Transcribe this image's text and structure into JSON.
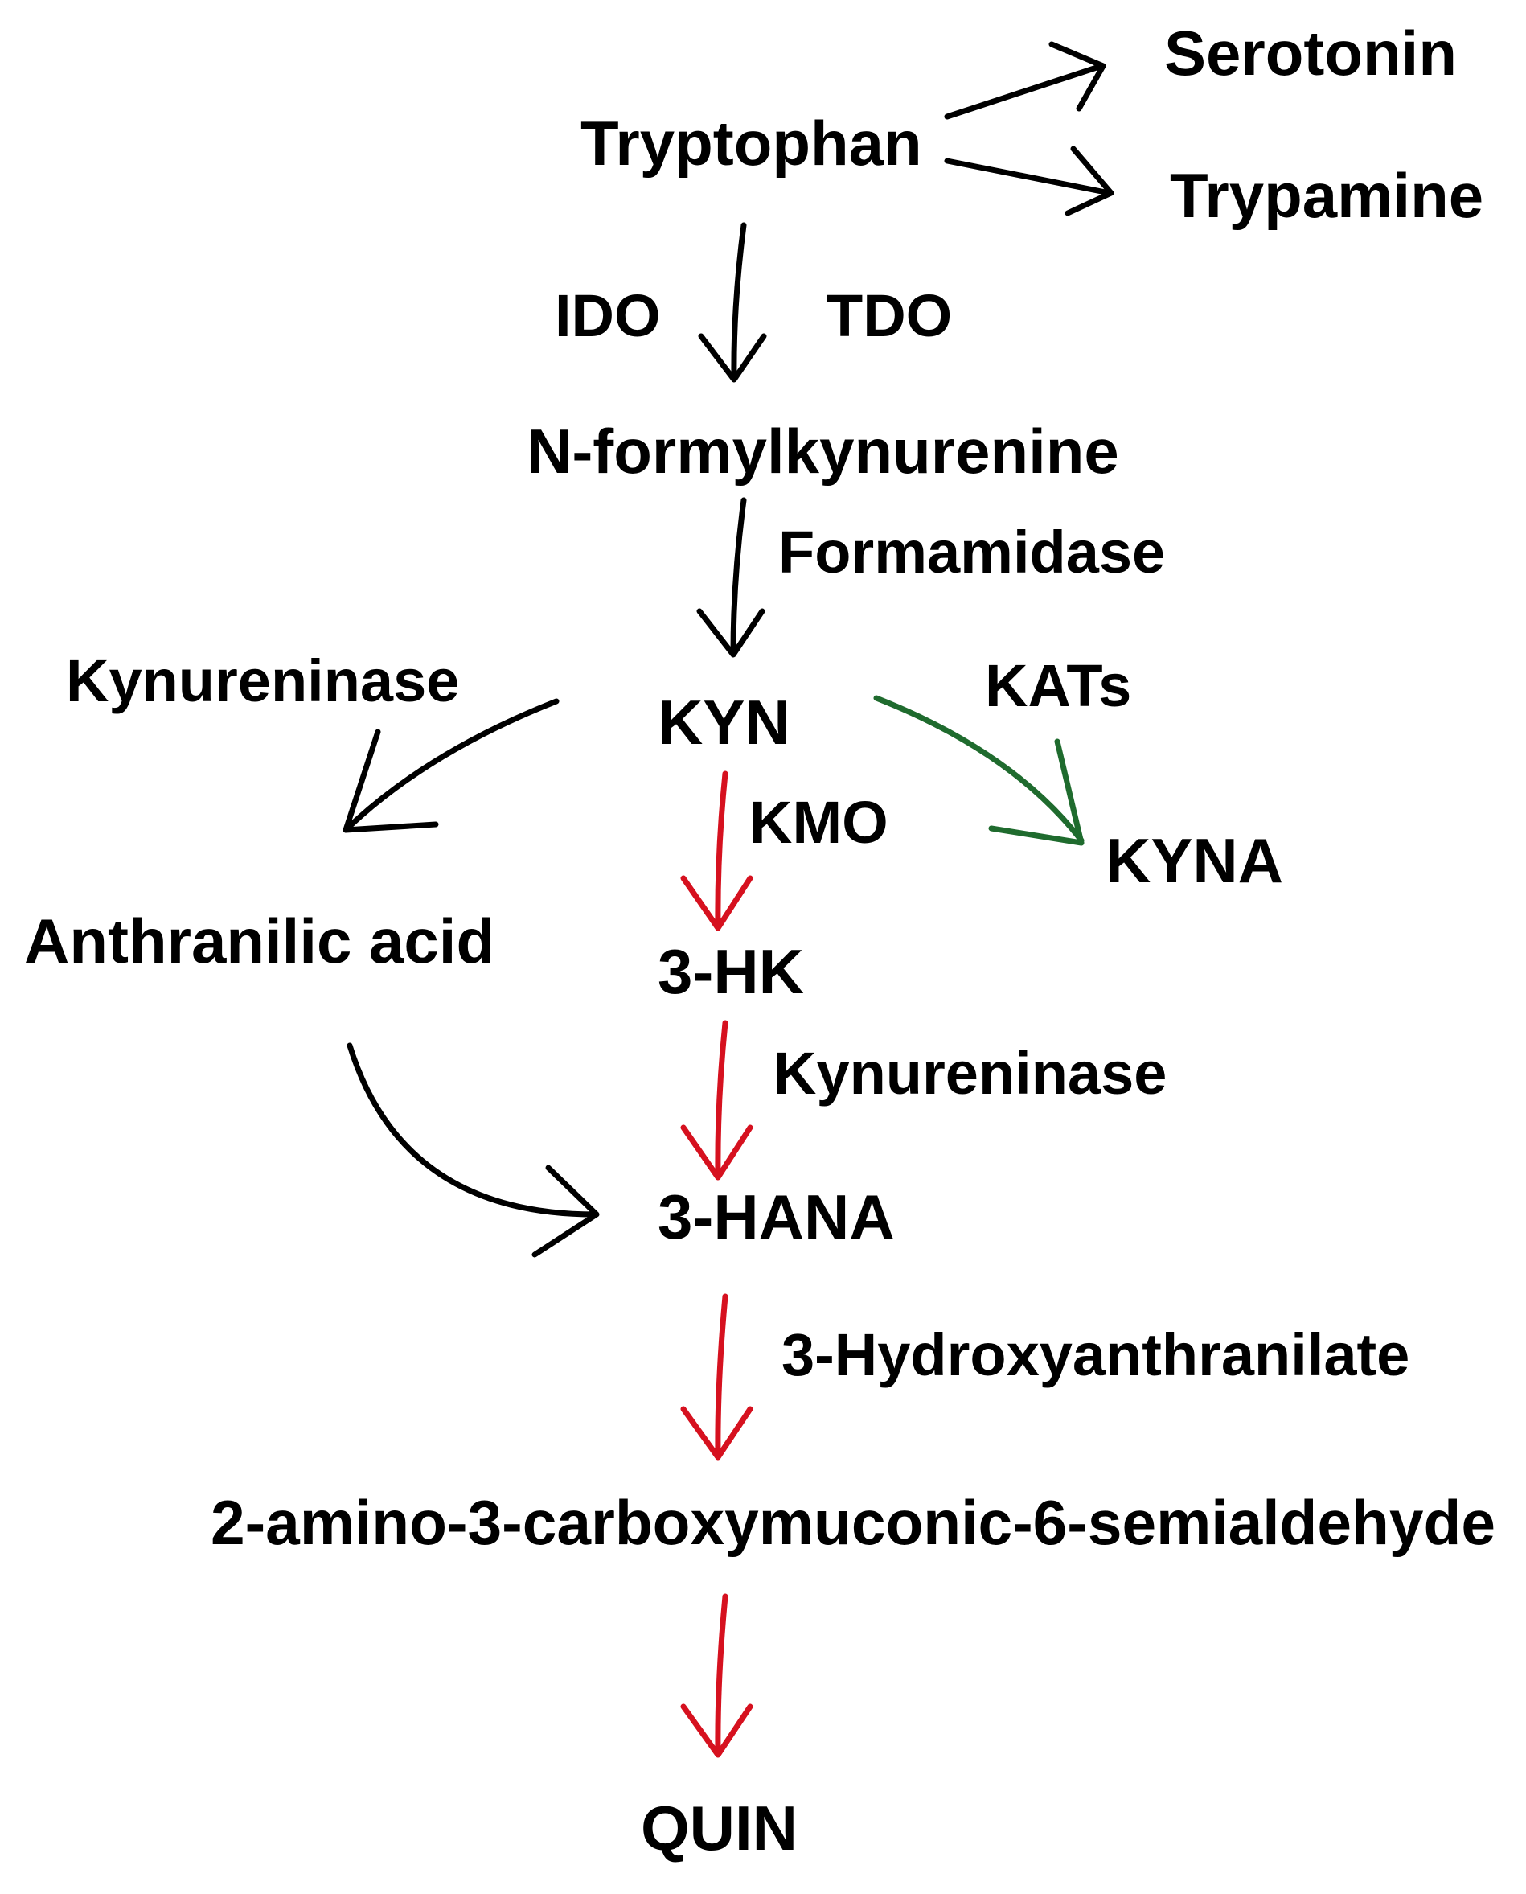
{
  "colors": {
    "text": "#000000",
    "arrow_default": "#000000",
    "arrow_neurotoxic": "#d6111f",
    "arrow_kyna": "#1f6b2e",
    "background": "#ffffff"
  },
  "nodes": {
    "tryptophan": "Tryptophan",
    "serotonin": "Serotonin",
    "trypamine": "Trypamine",
    "n_formylkynurenine": "N-formylkynurenine",
    "kyn": "KYN",
    "kyna": "KYNA",
    "anthranilic_acid": "Anthranilic acid",
    "three_hk": "3-HK",
    "three_hana": "3-HANA",
    "acms": "2-amino-3-carboxymuconic-6-semialdehyde",
    "quin": "QUIN"
  },
  "enzymes": {
    "ido": "IDO",
    "tdo": "TDO",
    "formamidase": "Formamidase",
    "kynureninase_left": "Kynureninase",
    "kats": "KATs",
    "kmo": "KMO",
    "kynureninase_center": "Kynureninase",
    "hydroxyanthranilate": "3-Hydroxyanthranilate"
  }
}
